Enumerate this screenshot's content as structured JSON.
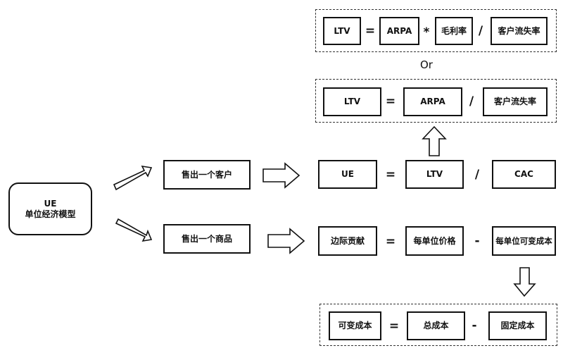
{
  "root": {
    "line1": "UE",
    "line2": "单位经济模型"
  },
  "mid": {
    "customer": "售出一个客户",
    "product": "售出一个商品"
  },
  "ue_row": {
    "ue": "UE",
    "eq": "=",
    "ltv": "LTV",
    "div": "/",
    "cac": "CAC"
  },
  "margin_row": {
    "contribution": "边际贡献",
    "eq": "=",
    "unit_price": "每单位价格",
    "minus": "-",
    "unit_var_cost": "每单位可变成本"
  },
  "ltv_formula_a": {
    "ltv": "LTV",
    "eq": "=",
    "arpa": "ARPA",
    "mul": "*",
    "gross_margin": "毛利率",
    "div": "/",
    "churn": "客户流失率"
  },
  "or_label": "Or",
  "ltv_formula_b": {
    "ltv": "LTV",
    "eq": "=",
    "arpa": "ARPA",
    "div": "/",
    "churn": "客户流失率"
  },
  "var_cost_formula": {
    "var_cost": "可变成本",
    "eq": "=",
    "total_cost": "总成本",
    "minus": "-",
    "fixed_cost": "固定成本"
  }
}
